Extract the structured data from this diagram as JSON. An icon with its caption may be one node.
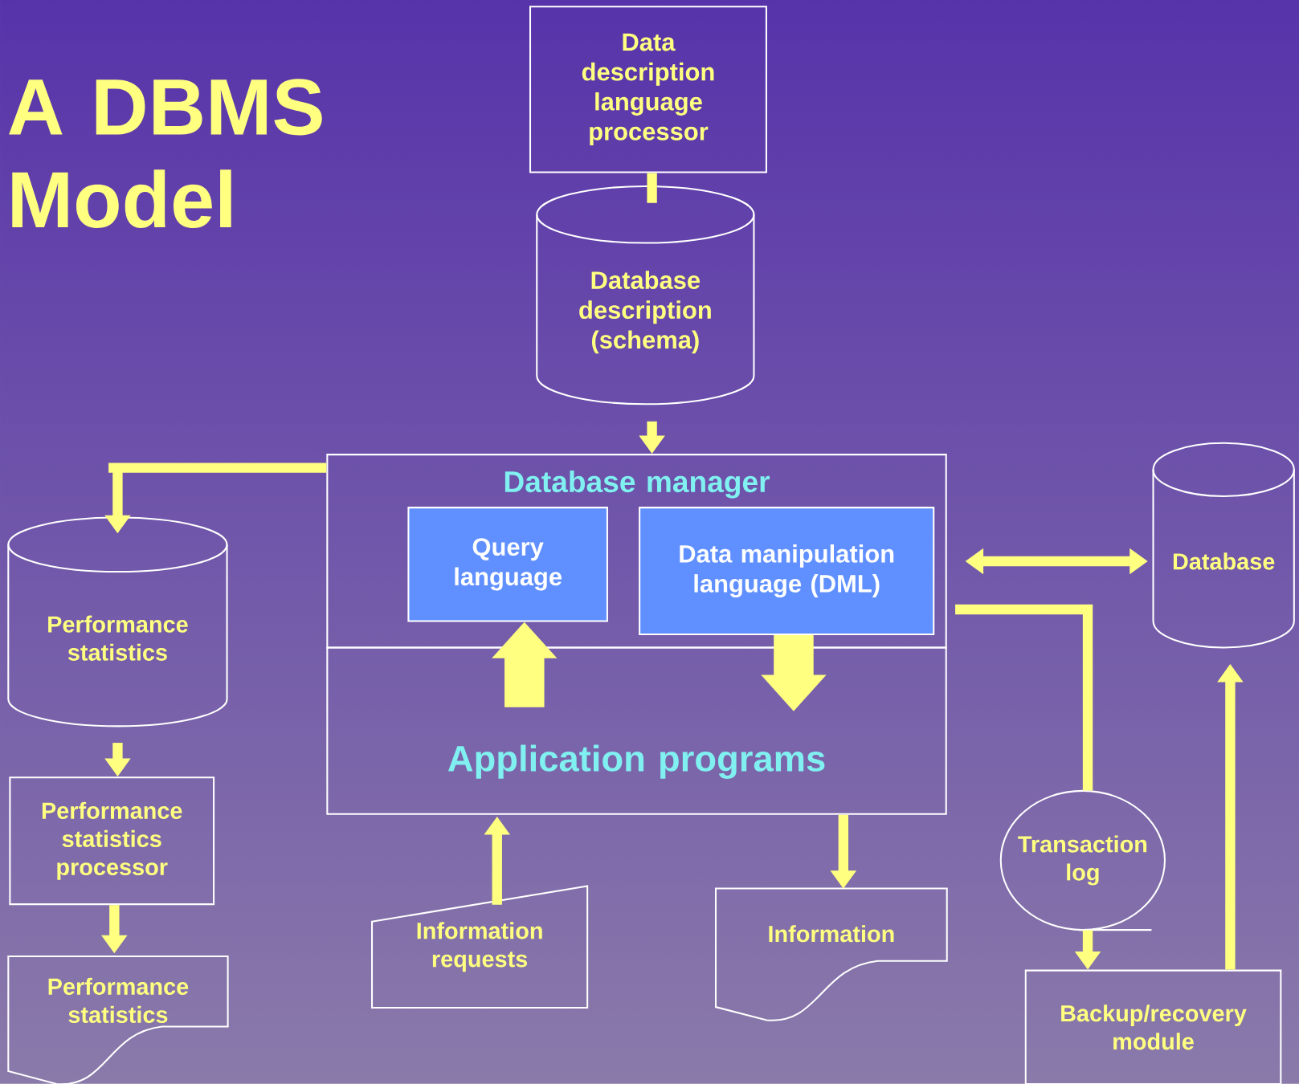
{
  "diagram": {
    "title": "A DBMS Model",
    "nodes": [
      {
        "text": [
          "Data description language processor"
        ]
      },
      {
        "text": [
          "Database description (schema)"
        ]
      },
      {
        "text": [
          "Database manager"
        ]
      },
      {
        "text": [
          "Query language"
        ],
        "in": 2
      },
      {
        "text": [
          "Data manipulation language (DML)"
        ],
        "in": 2
      },
      {
        "text": [
          "Application programs"
        ]
      },
      {
        "text": [
          "Database"
        ]
      },
      {
        "text": [
          "Performance statistics"
        ]
      },
      {
        "text": [
          "Performance statistics processor"
        ]
      },
      {
        "text": [
          "Performance statistics"
        ]
      },
      {
        "text": [
          "Information requests"
        ]
      },
      {
        "text": [
          "Information"
        ]
      },
      {
        "text": [
          "Transaction log"
        ]
      },
      {
        "text": [
          "Backup/recovery module"
        ]
      }
    ],
    "edges": [
      {
        "from": 0,
        "to": 1,
        "arrow": "none"
      },
      {
        "from": 1,
        "to": 2,
        "arrow": "to"
      },
      {
        "from": 2,
        "to": 7,
        "arrow": "to"
      },
      {
        "from": 2,
        "to": 6,
        "arrow": "both"
      },
      {
        "from": 2,
        "to": 12,
        "arrow": "none"
      },
      {
        "from": 5,
        "to": 3,
        "arrow": "to",
        "style": "thick"
      },
      {
        "from": 4,
        "to": 5,
        "arrow": "to",
        "style": "thick"
      },
      {
        "from": 7,
        "to": 8,
        "arrow": "to"
      },
      {
        "from": 8,
        "to": 9,
        "arrow": "to"
      },
      {
        "from": 10,
        "to": 5,
        "arrow": "to"
      },
      {
        "from": 5,
        "to": 11,
        "arrow": "to"
      },
      {
        "from": 12,
        "to": 13,
        "arrow": "to"
      },
      {
        "from": 13,
        "to": 6,
        "arrow": "to"
      }
    ]
  }
}
